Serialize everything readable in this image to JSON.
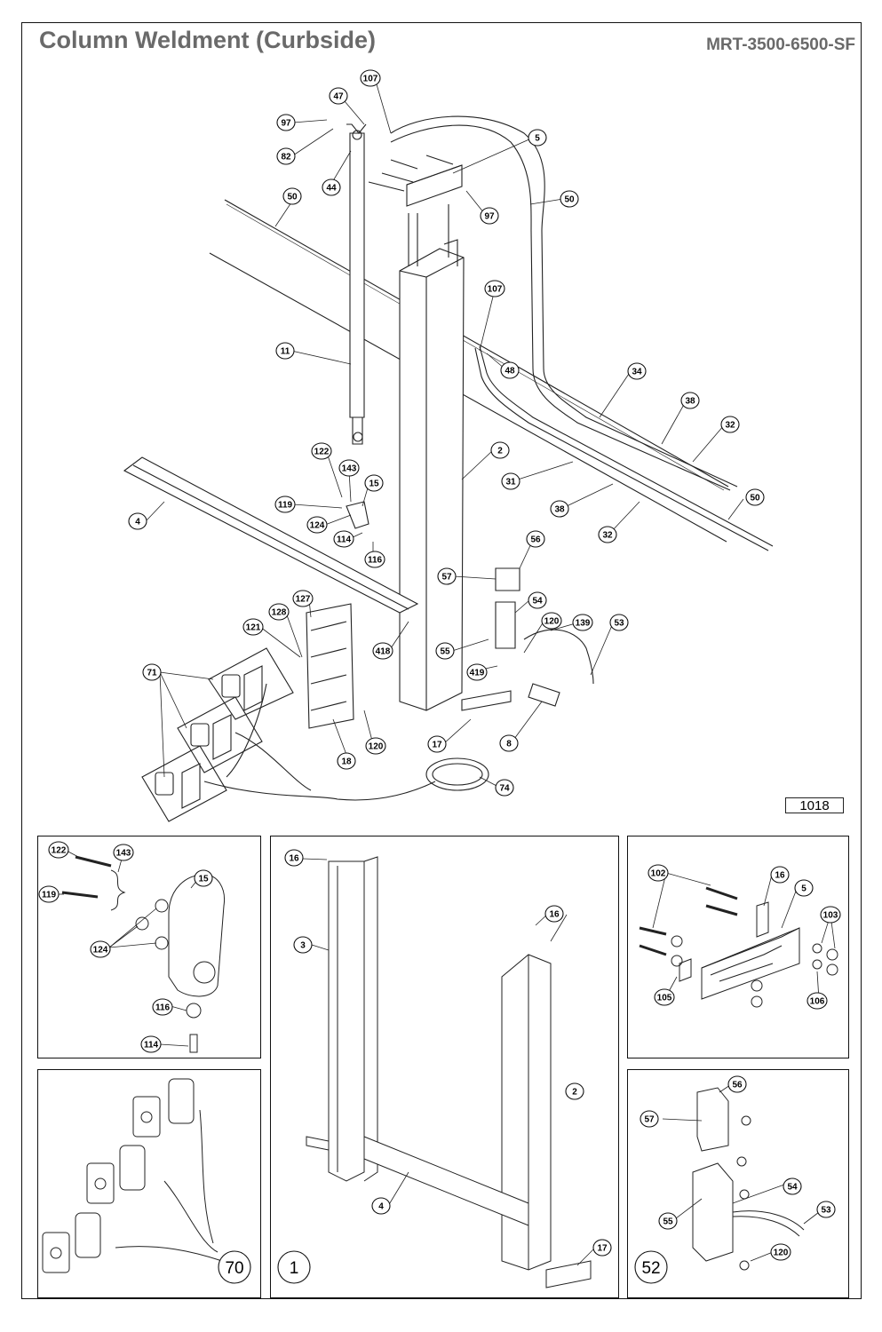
{
  "header": {
    "title": "Column Weldment (Curbside)",
    "model": "MRT-3500-6500-SF"
  },
  "drawing_number": "1018",
  "main_callouts": {
    "c107a": "107",
    "c47": "47",
    "c97a": "97",
    "c82": "82",
    "c44": "44",
    "c5": "5",
    "c97b": "97",
    "c50a": "50",
    "c50b": "50",
    "c50c": "50",
    "c107b": "107",
    "c48": "48",
    "c11": "11",
    "c34": "34",
    "c38a": "38",
    "c32a": "32",
    "c2": "2",
    "c31": "31",
    "c38b": "38",
    "c32b": "32",
    "c122": "122",
    "c143": "143",
    "c15": "15",
    "c119": "119",
    "c4": "4",
    "c124": "124",
    "c114": "114",
    "c116": "116",
    "c56": "56",
    "c57": "57",
    "c54": "54",
    "c127": "127",
    "c128": "128",
    "c121": "121",
    "c120a": "120",
    "c139": "139",
    "c53": "53",
    "c418": "418",
    "c55": "55",
    "c419": "419",
    "c71": "71",
    "c17": "17",
    "c8": "8",
    "c120b": "120",
    "c18": "18",
    "c74": "74"
  },
  "inset_hardware": {
    "c122": "122",
    "c143": "143",
    "c15": "15",
    "c119": "119",
    "c124": "124",
    "c116": "116",
    "c114": "114"
  },
  "inset_columns": {
    "c16a": "16",
    "c16b": "16",
    "c3": "3",
    "c2": "2",
    "c4": "4",
    "c17": "17",
    "tag": "1"
  },
  "inset_pulley": {
    "c102": "102",
    "c16": "16",
    "c5": "5",
    "c103": "103",
    "c105": "105",
    "c106": "106"
  },
  "inset_switches": {
    "tag": "70"
  },
  "inset_controls": {
    "c56": "56",
    "c57": "57",
    "c54": "54",
    "c55": "55",
    "c53": "53",
    "c120": "120",
    "tag": "52"
  }
}
